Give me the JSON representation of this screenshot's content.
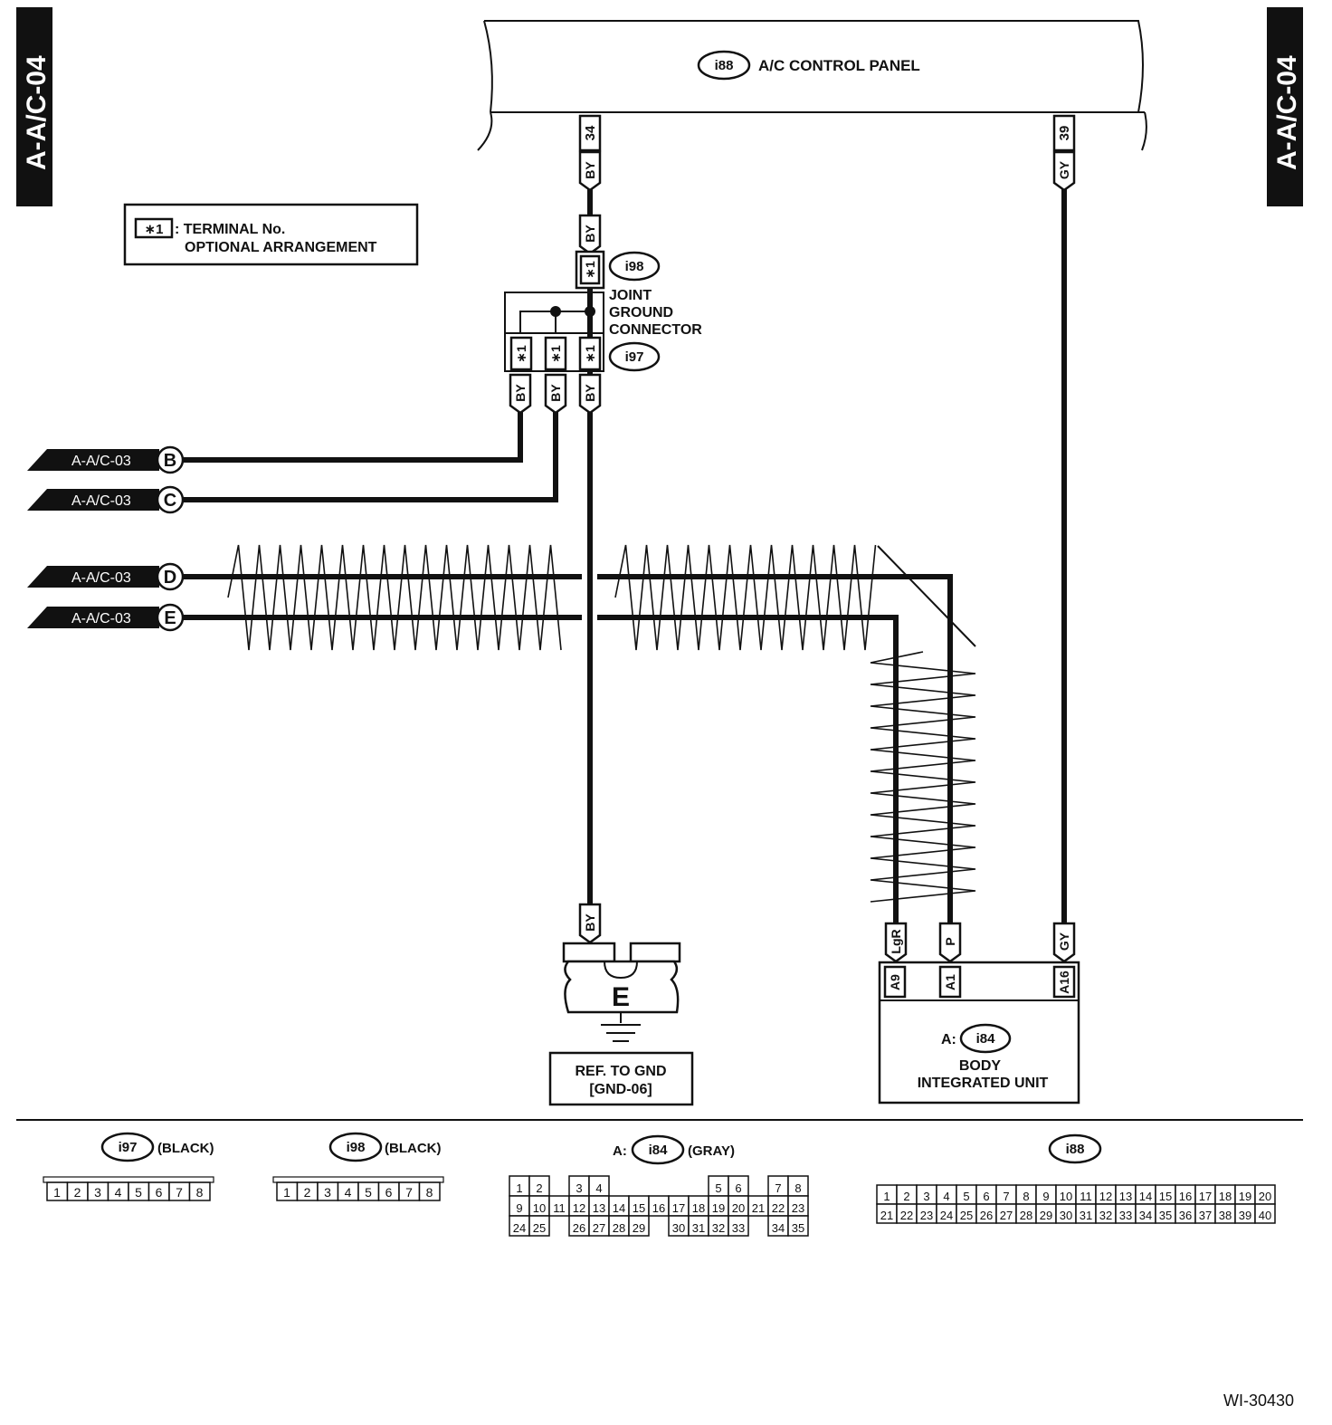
{
  "page": {
    "code": "A-A/C-04",
    "figure_id": "WI-30430"
  },
  "legend": {
    "symbol": "∗1",
    "line1": ": TERMINAL No.",
    "line2": "OPTIONAL ARRANGEMENT"
  },
  "components": {
    "ac_panel": {
      "id": "i88",
      "name": "A/C CONTROL PANEL",
      "pins": [
        "34",
        "39"
      ]
    },
    "joint_connector": {
      "id_top": "i98",
      "id_bottom": "i97",
      "name_lines": [
        "JOINT",
        "GROUND",
        "CONNECTOR"
      ],
      "pin_label": "∗1"
    },
    "ground": {
      "letter": "E",
      "ref_line1": "REF. TO GND",
      "ref_line2": "[GND-06]"
    },
    "body_unit": {
      "prefix": "A:",
      "id": "i84",
      "name_lines": [
        "BODY",
        "INTEGRATED UNIT"
      ],
      "pins": [
        "A9",
        "A1",
        "A16"
      ]
    }
  },
  "wires": {
    "by": "BY",
    "gy": "GY",
    "lgr": "LgR",
    "p": "P"
  },
  "offpage": [
    {
      "ref": "A-A/C-03",
      "letter": "B"
    },
    {
      "ref": "A-A/C-03",
      "letter": "C"
    },
    {
      "ref": "A-A/C-03",
      "letter": "D"
    },
    {
      "ref": "A-A/C-03",
      "letter": "E"
    }
  ],
  "connectors": {
    "i97": {
      "id": "i97",
      "color": "(BLACK)",
      "pins": [
        "1",
        "2",
        "3",
        "4",
        "5",
        "6",
        "7",
        "8"
      ]
    },
    "i98": {
      "id": "i98",
      "color": "(BLACK)",
      "pins": [
        "1",
        "2",
        "3",
        "4",
        "5",
        "6",
        "7",
        "8"
      ]
    },
    "i84": {
      "prefix": "A:",
      "id": "i84",
      "color": "(GRAY)",
      "rows": [
        [
          "1",
          "2",
          "",
          "3",
          "4",
          "",
          "",
          "",
          "",
          "",
          "5",
          "6",
          "",
          "7",
          "8"
        ],
        [
          "9",
          "10",
          "11",
          "12",
          "13",
          "14",
          "15",
          "16",
          "17",
          "18",
          "19",
          "20",
          "21",
          "22",
          "23"
        ],
        [
          "24",
          "25",
          "",
          "26",
          "27",
          "28",
          "29",
          "",
          "30",
          "31",
          "32",
          "33",
          "",
          "34",
          "35"
        ]
      ]
    },
    "i88": {
      "id": "i88",
      "rows": [
        [
          "1",
          "2",
          "3",
          "4",
          "5",
          "6",
          "7",
          "8",
          "9",
          "10",
          "11",
          "12",
          "13",
          "14",
          "15",
          "16",
          "17",
          "18",
          "19",
          "20"
        ],
        [
          "21",
          "22",
          "23",
          "24",
          "25",
          "26",
          "27",
          "28",
          "29",
          "30",
          "31",
          "32",
          "33",
          "34",
          "35",
          "36",
          "37",
          "38",
          "39",
          "40"
        ]
      ]
    }
  }
}
